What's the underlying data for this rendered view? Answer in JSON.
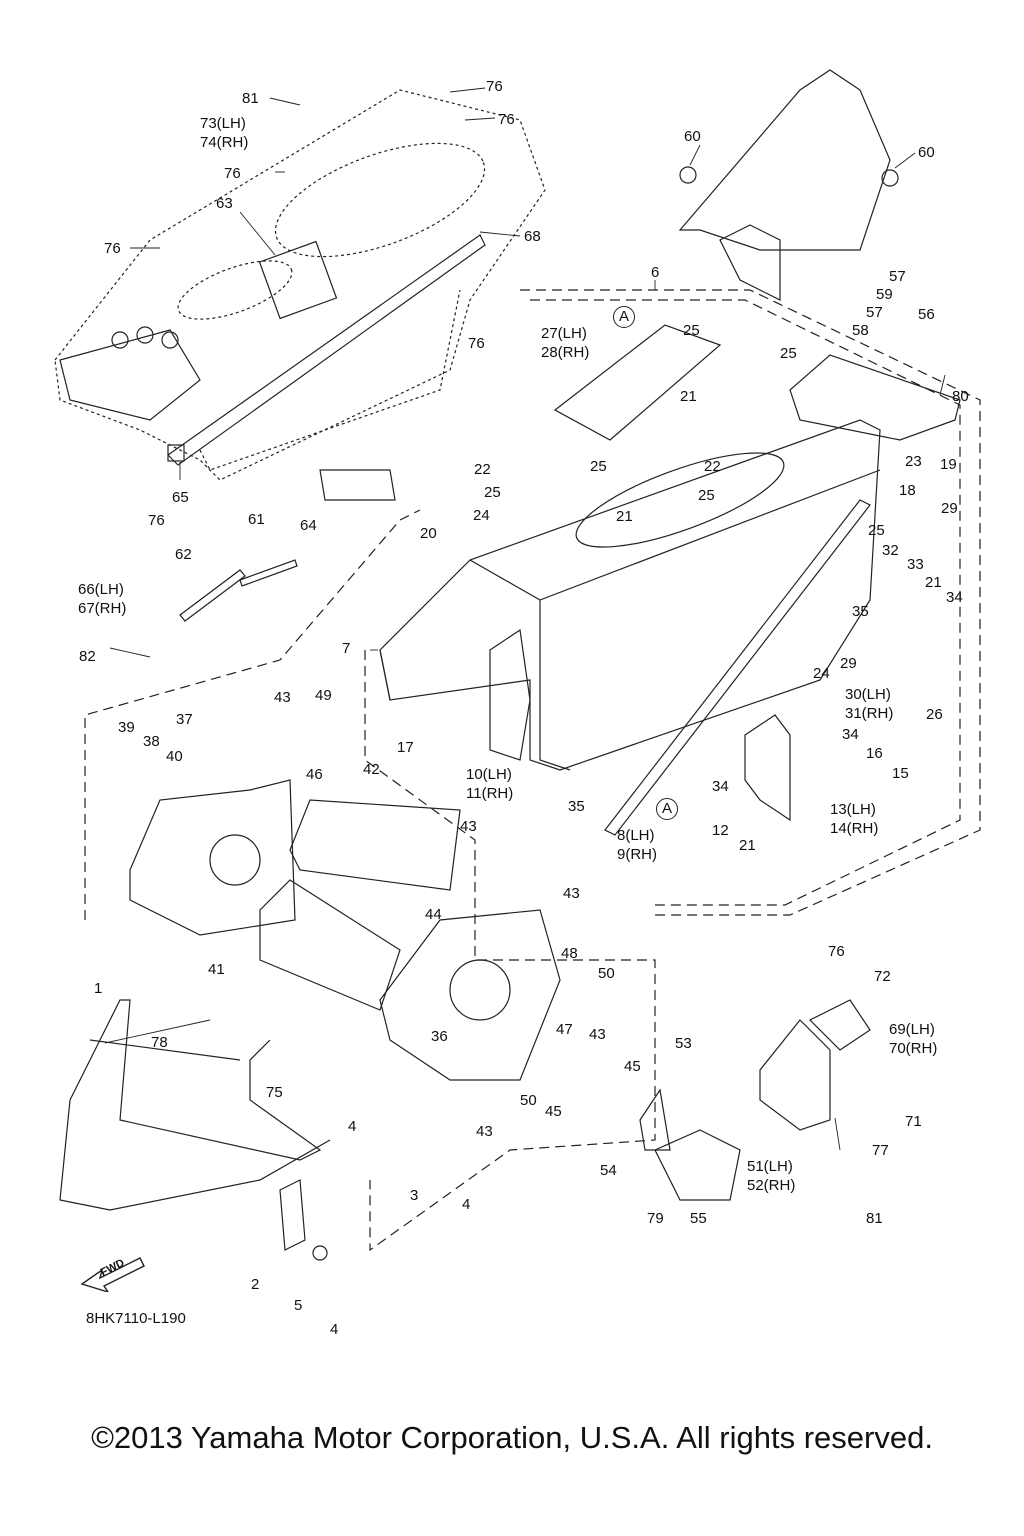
{
  "labels": {
    "l81": "81",
    "l73_74": "73(LH)\n74(RH)",
    "l76": "76",
    "l63": "63",
    "l68": "68",
    "l65": "65",
    "l66_67": "66(LH)\n67(RH)",
    "l60": "60",
    "l56": "56",
    "l57": "57",
    "l58": "58",
    "l59": "59",
    "l6": "6",
    "l7": "7",
    "l27_28": "27(LH)\n28(RH)",
    "lA": "A",
    "l25": "25",
    "l21": "21",
    "l22": "22",
    "l24": "24",
    "l20": "20",
    "l64": "64",
    "l61": "61",
    "l62": "62",
    "l82": "82",
    "l80": "80",
    "l23": "23",
    "l19": "19",
    "l18": "18",
    "l29": "29",
    "l32": "32",
    "l33": "33",
    "l34": "34",
    "l35": "35",
    "l30_31": "30(LH)\n31(RH)",
    "l26": "26",
    "l16": "16",
    "l15": "15",
    "l13_14": "13(LH)\n14(RH)",
    "l12": "12",
    "l8_9": "8(LH)\n9(RH)",
    "l10_11": "10(LH)\n11(RH)",
    "l17": "17",
    "l37": "37",
    "l38": "38",
    "l39": "39",
    "l40": "40",
    "l43": "43",
    "l49": "49",
    "l46": "46",
    "l42": "42",
    "l44": "44",
    "l41": "41",
    "l48": "48",
    "l50": "50",
    "l53": "53",
    "l36": "36",
    "l47": "47",
    "l45": "45",
    "l1": "1",
    "l78": "78",
    "l75": "75",
    "l4": "4",
    "l3": "3",
    "l2": "2",
    "l5": "5",
    "l54": "54",
    "l79": "79",
    "l55": "55",
    "l72": "72",
    "l69_70": "69(LH)\n70(RH)",
    "l71": "71",
    "l77": "77",
    "l51_52": "51(LH)\n52(RH)"
  },
  "fwd_label": "FWD",
  "diagram_code": "8HK7110-L190",
  "copyright": "©2013 Yamaha Motor Corporation, U.S.A. All rights reserved."
}
